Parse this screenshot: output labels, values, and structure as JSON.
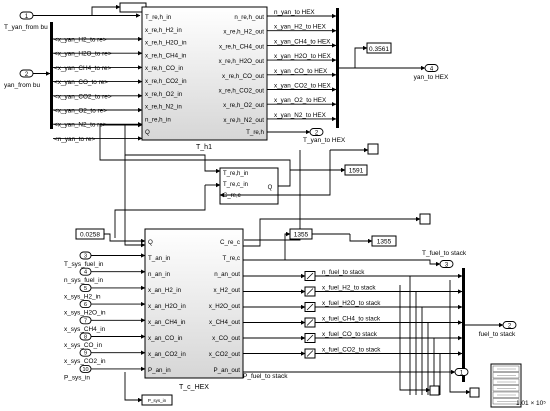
{
  "inports": {
    "T_yan_from_bu": {
      "num": "1",
      "label": "T_yan_from bu"
    },
    "yan_from_bu": {
      "num": "2",
      "label": "yan_from bu"
    },
    "T_sys_fuel_in": {
      "num": "3",
      "label": "T_sys_fuel_in"
    },
    "n_sys_fuel_in": {
      "num": "4",
      "label": "n_sys_fuel_in"
    },
    "x_sys_H2_in": {
      "num": "5",
      "label": "x_sys_H2_in"
    },
    "x_sys_H2O_in": {
      "num": "6",
      "label": "x_sys_H2O_in"
    },
    "x_sys_CH4_in": {
      "num": "7",
      "label": "x_sys_CH4_in"
    },
    "x_sys_CO_in": {
      "num": "8",
      "label": "x_sys_CO_in"
    },
    "x_sys_CO2_in": {
      "num": "9",
      "label": "x_sys_CO2_in"
    },
    "P_sys_in": {
      "num": "10",
      "label": "P_sys_in"
    }
  },
  "outports": {
    "yan_to_HEX": {
      "num": "4",
      "label": "yan_to HEX"
    },
    "T_yan_to_HEX": {
      "num": "2",
      "label": "T_yan_to HEX"
    },
    "T_fuel_to_stack": {
      "num": "3",
      "label": "T_fuel_to stack"
    },
    "fuel_to_stack": {
      "num": "2",
      "label": "fuel_to stack"
    },
    "P_fuel_out": {
      "num": "1",
      "label": ""
    }
  },
  "from_tags": [
    "<x_yan_H2_to re>",
    "<x_yan_H2O_to re>",
    "<x_yan_CH4_to re>",
    "<x_yan_CO_to re>",
    "<x_yan_CO2_to re>",
    "<x_yan_O2_to re>",
    "<x_yan_N2_to re>",
    "<n_yan_to re>"
  ],
  "T_h1": {
    "name": "T_h1",
    "inputs": [
      "T_re,h_in",
      "x_re,h_H2_in",
      "x_re,h_H2O_in",
      "x_re,h_CH4_in",
      "x_re,h_CO_in",
      "x_re,h_CO2_in",
      "x_re,h_O2_in",
      "x_re,h_N2_in",
      "n_re,h_in",
      "Q"
    ],
    "outputs": [
      "n_re,h_out",
      "x_re,h_H2_out",
      "x_re,h_CH4_out",
      "x_re,h_H2O_out",
      "x_re,h_CO_out",
      "x_re,h_CO2_out",
      "x_re,h_O2_out",
      "x_re,h_N2_out",
      "T_re,h"
    ]
  },
  "hex_labels": [
    "n_yan_to HEX",
    "x_yan_H2_to HEX",
    "x_yan_CH4_to HEX",
    "x_yan_H2O_to HEX",
    "x_yan_CO_to HEX",
    "x_yan_CO2_to HEX",
    "x_yan_O2_to HEX",
    "x_yan_N2_to HEX"
  ],
  "q_block": {
    "inputs": [
      "T_re,h_in",
      "T_re,c_in",
      "C_re,c"
    ],
    "output": "Q"
  },
  "T_c_HEX": {
    "name": "T_c_HEX",
    "inputs": [
      "Q",
      "T_an_in",
      "n_an_in",
      "x_an_H2_in",
      "x_an_H2O_in",
      "x_an_CH4_in",
      "x_an_CO_in",
      "x_an_CO2_in",
      "P_an_in"
    ],
    "outputs": [
      "C_re_c",
      "T_re,c",
      "n_an_out",
      "x_H2_out",
      "x_H2O_out",
      "x_CH4_out",
      "x_CO_out",
      "x_CO2_out",
      "P_an_out"
    ]
  },
  "fuel_labels": [
    "n_fuel_to stack",
    "x_fuel_H2_to stack",
    "x_fuel_H2O_to stack",
    "x_fuel_CH4_to stack",
    "x_fuel_CO_to stack",
    "x_fuel_CO2_to stack"
  ],
  "p_fuel_label": "P_fuel_to stack",
  "displays": {
    "d1": "0.3561",
    "d2": "1591",
    "d3": "0.0258",
    "d4": "1355",
    "d5": "1355",
    "big": "1.01 × 10⁵"
  },
  "goto_small": "P_sys_in",
  "colors": {
    "block_top": "#ffffff",
    "block_bottom": "#d6d6d6",
    "line": "#000000"
  }
}
